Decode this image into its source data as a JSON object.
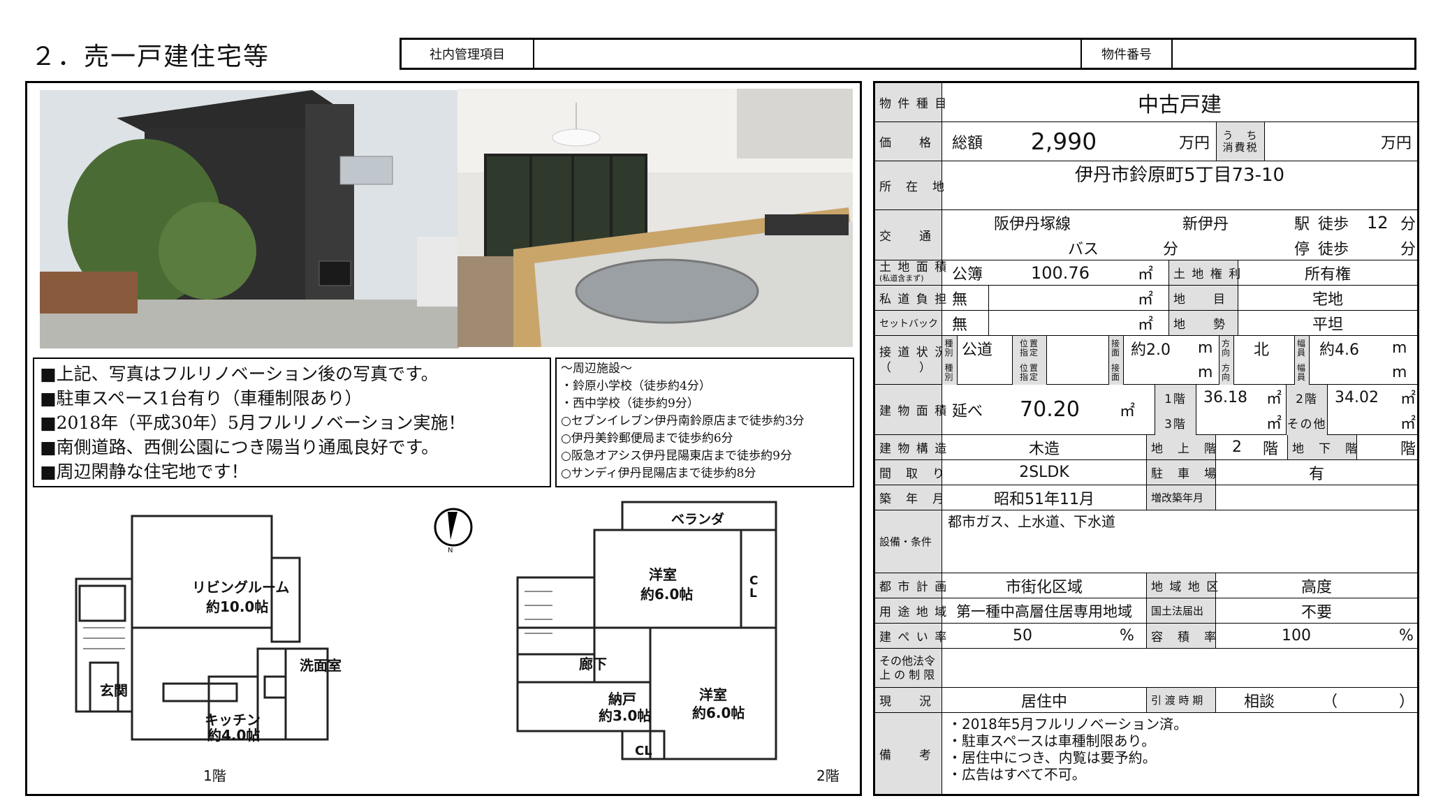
{
  "page_title": "２．売一戸建住宅等",
  "header": {
    "label1": "社内管理項目",
    "value1": "",
    "label2": "物件番号",
    "value2": ""
  },
  "notes1": [
    "■上記、写真はフルリノベーション後の写真です。",
    "■駐車スペース1台有り（車種制限あり）",
    "■2018年（平成30年）5月フルリノベーション実施！",
    "■南側道路、西側公園につき陽当り通風良好です。",
    "■周辺閑静な住宅地です！"
  ],
  "notes2": [
    "〜周辺施設〜",
    "・鈴原小学校（徒歩約4分）",
    "・西中学校（徒歩約9分）",
    "○セブンイレブン伊丹南鈴原店まで徒歩約3分",
    "○伊丹美鈴郵便局まで徒歩約6分",
    "○阪急オアシス伊丹昆陽東店まで徒歩約9分",
    "○サンディ伊丹昆陽店まで徒歩約8分"
  ],
  "floorplan": {
    "f1": {
      "living": "リビングルーム",
      "living_size": "約10.0帖",
      "wash": "洗面室",
      "entry": "玄関",
      "kitchen": "キッチン",
      "kitchen_size": "約4.0帖",
      "label": "1階"
    },
    "f2": {
      "veranda": "ベランダ",
      "west1": "洋室",
      "west1_size": "約6.0帖",
      "cl": "C\nL",
      "hall": "廊下",
      "storage": "納戸",
      "storage_size": "約3.0帖",
      "west2": "洋室",
      "west2_size": "約6.0帖",
      "cl2": "CL",
      "label": "2階"
    },
    "compass": "N"
  },
  "spec": {
    "type_label": "物 件 種 目",
    "type": "中古戸建",
    "price_label": "価　　格",
    "total_label": "総額",
    "price": "2,990",
    "yen": "万円",
    "tax_label1": "う　ち",
    "tax_label2": "消費税",
    "tax": "",
    "tax_unit": "万円",
    "addr_label": "所　在　地",
    "addr": "伊丹市鈴原町5丁目73-10",
    "traffic_label": "交　　通",
    "line": "阪伊丹塚線",
    "station": "新伊丹",
    "eki": "駅",
    "walk": "徒歩",
    "walk_min": "12",
    "min": "分",
    "bus": "バス",
    "bus_min_unit": "分",
    "stop": "停",
    "walk2": "徒歩",
    "min2": "分",
    "land_label": "土 地 面 積",
    "land_label_sub": "(私道含まず)",
    "land_kind": "公簿",
    "land_area": "100.76",
    "sqm": "㎡",
    "land_right_label": "土 地 権 利",
    "land_right": "所有権",
    "private_label": "私 道 負 担",
    "private": "無",
    "chimoku_label": "地　　目",
    "chimoku": "宅地",
    "setback_label": "セットバック",
    "setback": "無",
    "chisei_label": "地　　勢",
    "chisei": "平坦",
    "road_label": "接 道 状 況",
    "road_paren": "（　　）",
    "road_kind_label": "種\n別",
    "road_kind": "公道",
    "pos_label": "位置\n指定",
    "contact_label": "接\n面",
    "contact": "約2.0",
    "m": "m",
    "dir_label": "方\n向",
    "dir": "北",
    "width_label": "幅\n員",
    "width": "約4.6",
    "bldg_label": "建 物 面 積",
    "nobe": "延べ",
    "bldg_area": "70.20",
    "f1_label": "1階",
    "f1_area": "36.18",
    "f2_label": "2階",
    "f2_area": "34.02",
    "f3_label": "3階",
    "other_label": "その他",
    "struct_label": "建 物 構 造",
    "struct": "木造",
    "above_label": "地　上　階",
    "above": "2",
    "kai": "階",
    "below_label": "地　下　階",
    "below_unit": "階",
    "layout_label": "間　取　り",
    "layout": "2SLDK",
    "parking_label": "駐　車　場",
    "parking": "有",
    "built_label": "築　年　月",
    "built": "昭和51年11月",
    "reform_label": "増改築年月",
    "reform": "",
    "equip_label": "設備・条件",
    "equip": "都市ガス、上水道、下水道",
    "city_label": "都 市 計 画",
    "city": "市街化区域",
    "district_label": "地 域 地 区",
    "district": "高度",
    "use_label": "用 途 地 域",
    "use": "第一種中高層住居専用地域",
    "landlaw_label": "国土法届出",
    "landlaw": "不要",
    "bcr_label": "建 ぺ い 率",
    "bcr": "50",
    "pct": "%",
    "far_label": "容　積　率",
    "far": "100",
    "other_law_label": "その他法令\n上 の 制 限",
    "status_label": "現　　況",
    "status": "居住中",
    "handover_label": "引 渡 時 期",
    "handover": "相談",
    "handover_paren": "（　　　　）",
    "remarks_label": "備　　考",
    "remarks": [
      "・2018年5月フルリノベーション済。",
      "・駐車スペースは車種制限あり。",
      "・居住中につき、内覧は要予約。",
      "・広告はすべて不可。"
    ]
  }
}
